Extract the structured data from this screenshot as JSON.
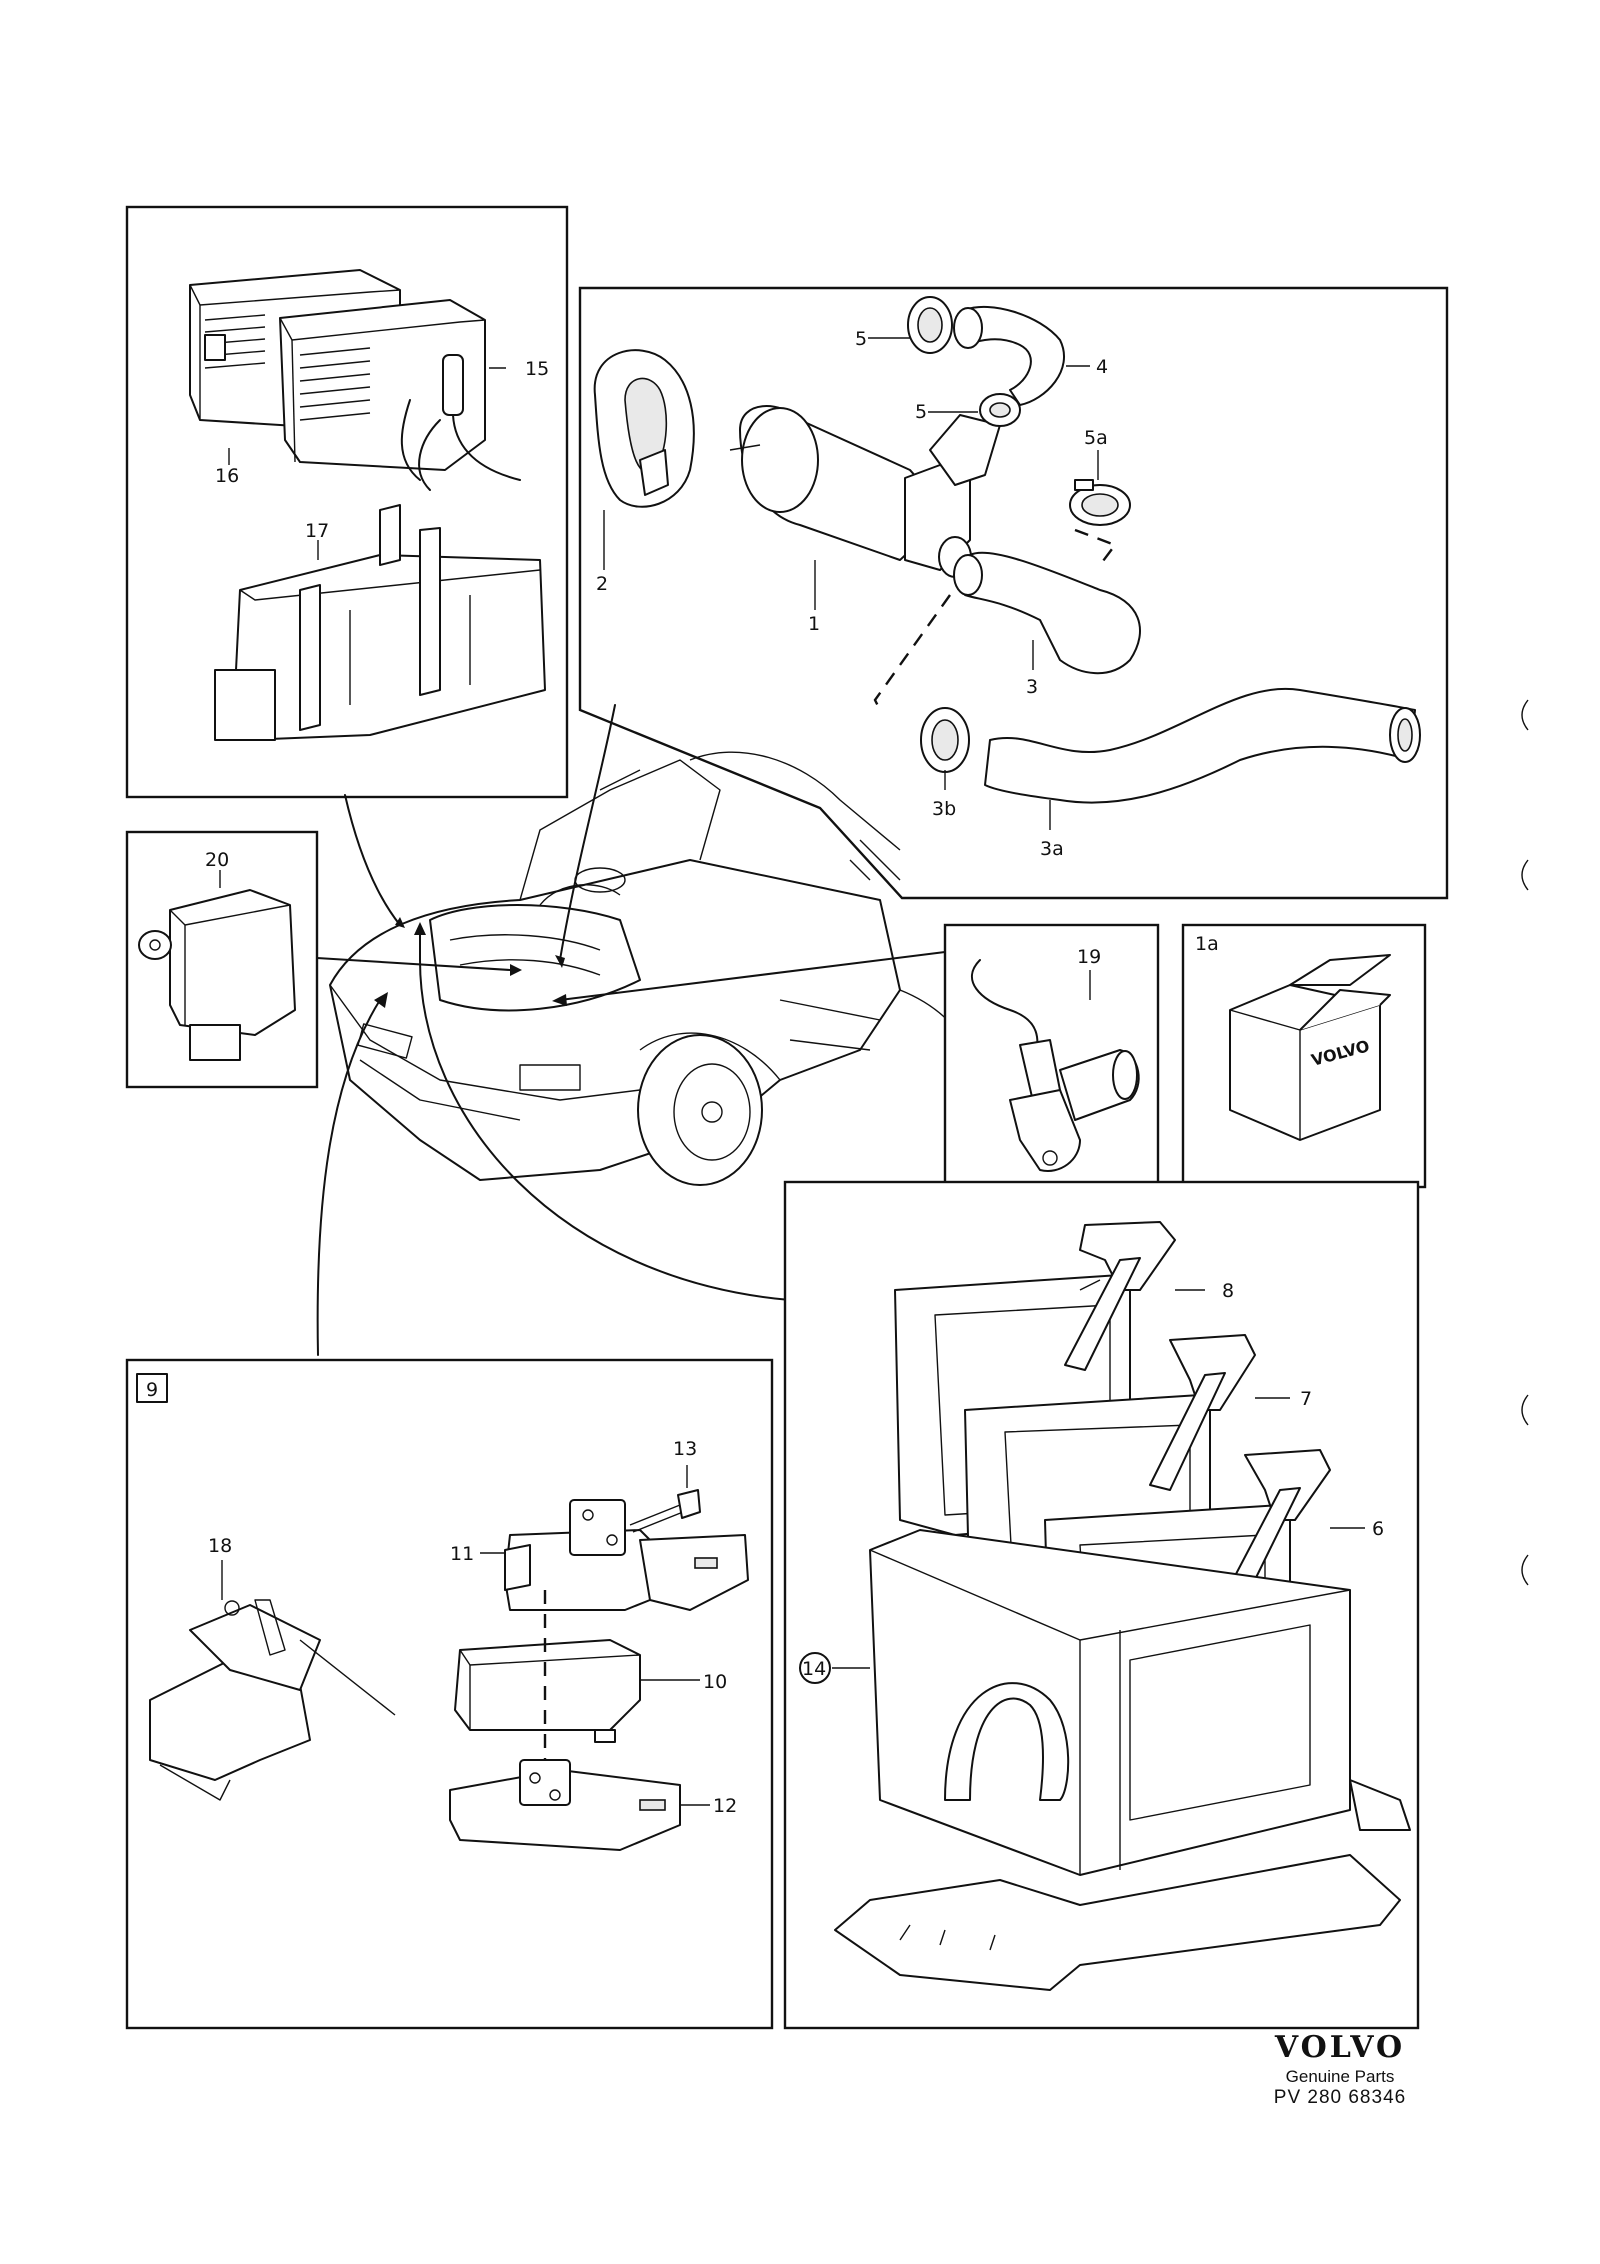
{
  "callouts": {
    "c1": "1",
    "c1a": "1a",
    "c2": "2",
    "c3": "3",
    "c3a": "3a",
    "c3b": "3b",
    "c4": "4",
    "c5_top": "5",
    "c5_mid": "5",
    "c5a": "5a",
    "c6": "6",
    "c7": "7",
    "c8": "8",
    "c9": "9",
    "c10": "10",
    "c11": "11",
    "c12": "12",
    "c13": "13",
    "c14": "14",
    "c15": "15",
    "c16": "16",
    "c17": "17",
    "c18": "18",
    "c19": "19",
    "c20": "20"
  },
  "brand": {
    "logo": "VOLVO",
    "line": "Genuine Parts",
    "code": "PV 280 68346"
  },
  "box_label": "VOLVO"
}
